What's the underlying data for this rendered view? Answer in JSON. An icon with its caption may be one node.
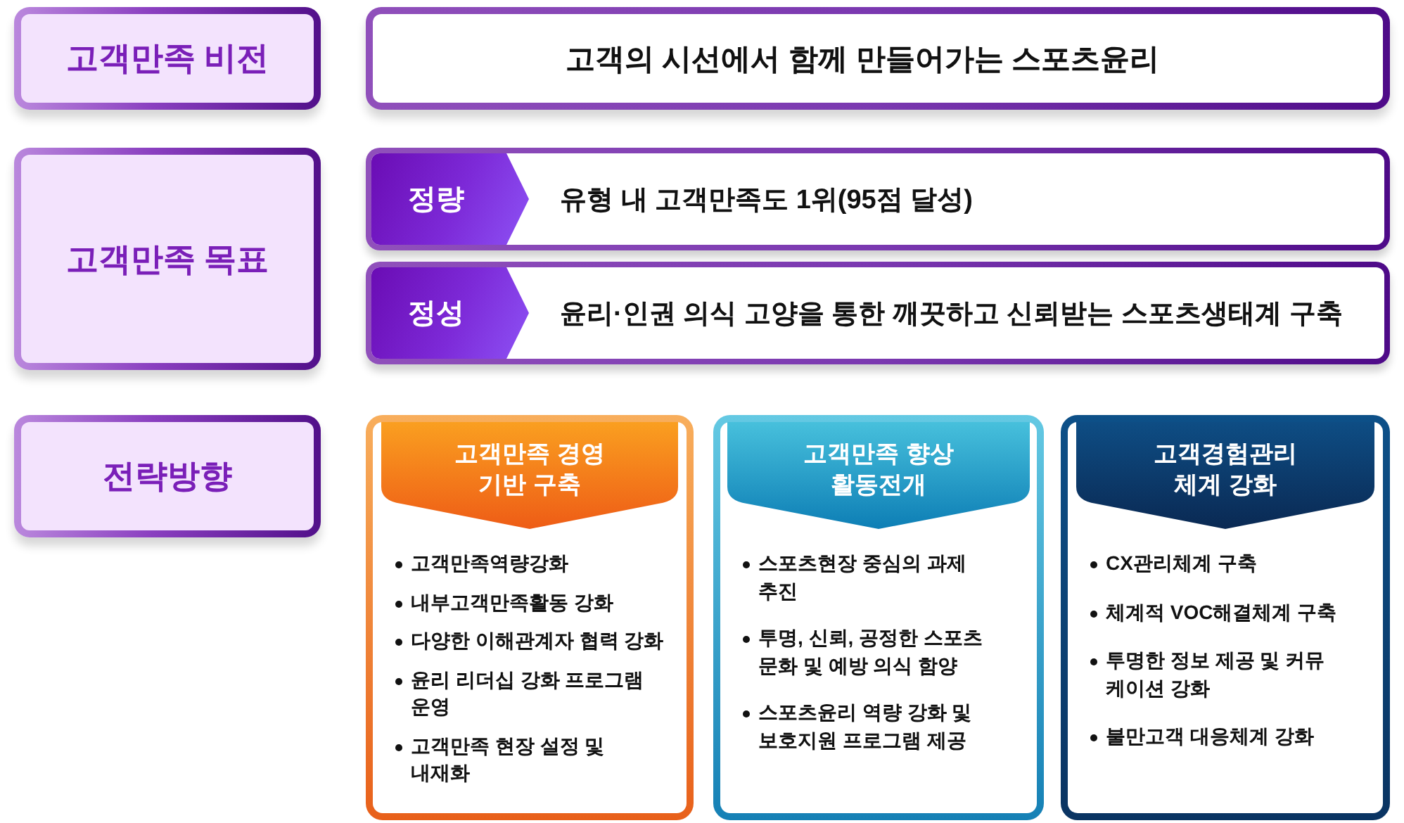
{
  "diagram": {
    "nodes": [
      {
        "text": [
          "고객만족 비전"
        ]
      },
      {
        "text": [
          "고객의 시선에서 함께 만들어가는 스포츠윤리"
        ]
      },
      {
        "text": [
          "고객만족 목표"
        ]
      },
      {
        "text": [
          "유형 내 고객만족도 1위(95점 달성)"
        ]
      },
      {
        "text": [
          "정량"
        ],
        "in": 3
      },
      {
        "text": [
          "윤리·인권 의식 고양을 통한 깨끗하고 신뢰받는 스포츠생태계 구축"
        ]
      },
      {
        "text": [
          "정성"
        ],
        "in": 5
      },
      {
        "text": [
          "전략방향"
        ]
      },
      {
        "text": [
          "고객만족역량강화",
          "내부고객만족활동 강화",
          "다양한 이해관계자 협력 강화",
          "윤리 리더십 강화 프로그램 운영",
          "고객만족 현장 설정 및 내재화"
        ]
      },
      {
        "text": [
          "고객만족 경영 기반 구축"
        ],
        "in": 8
      },
      {
        "text": [
          "스포츠현장 중심의 과제 추진",
          "투명, 신뢰, 공정한 스포츠 문화 및 예방 의식 함양",
          "스포츠윤리 역량 강화 및 보호지원 프로그램 제공"
        ]
      },
      {
        "text": [
          "고객만족 향상 활동전개"
        ],
        "in": 10
      },
      {
        "text": [
          "CX관리체계 구축",
          "체계적 VOC해결체계 구축",
          "투명한 정보 제공 및 커뮤 케이션 강화",
          "불만고객 대응체계 강화"
        ]
      },
      {
        "text": [
          "고객경험관리 체계 강화"
        ],
        "in": 12
      }
    ]
  }
}
